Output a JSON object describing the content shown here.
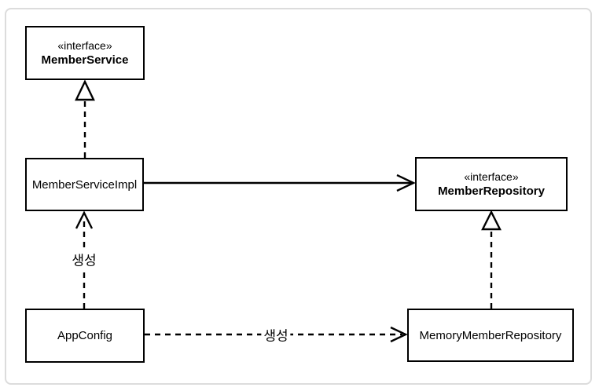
{
  "diagram": {
    "type": "uml-class-diagram",
    "nodes": {
      "member_service": {
        "stereotype": "«interface»",
        "name": "MemberService"
      },
      "member_service_impl": {
        "name": "MemberServiceImpl"
      },
      "member_repository": {
        "stereotype": "«interface»",
        "name": "MemberRepository"
      },
      "app_config": {
        "name": "AppConfig"
      },
      "memory_member_repository": {
        "name": "MemoryMemberRepository"
      }
    },
    "edges": [
      {
        "from": "MemberServiceImpl",
        "to": "MemberService",
        "type": "realization",
        "style": "dashed",
        "arrowhead": "hollow-triangle"
      },
      {
        "from": "MemberServiceImpl",
        "to": "MemberRepository",
        "type": "association",
        "style": "solid",
        "arrowhead": "open"
      },
      {
        "from": "MemoryMemberRepository",
        "to": "MemberRepository",
        "type": "realization",
        "style": "dashed",
        "arrowhead": "hollow-triangle"
      },
      {
        "from": "AppConfig",
        "to": "MemberServiceImpl",
        "type": "dependency",
        "style": "dashed",
        "arrowhead": "open",
        "label": "생성"
      },
      {
        "from": "AppConfig",
        "to": "MemoryMemberRepository",
        "type": "dependency",
        "style": "dashed",
        "arrowhead": "open",
        "label": "생성"
      }
    ],
    "edge_labels": {
      "create_vertical": "생성",
      "create_horizontal": "생성"
    },
    "colors": {
      "line": "#000000",
      "box_border": "#000000",
      "box_fill": "#ffffff",
      "frame_border": "#dcdcdc",
      "background": "#ffffff"
    }
  }
}
